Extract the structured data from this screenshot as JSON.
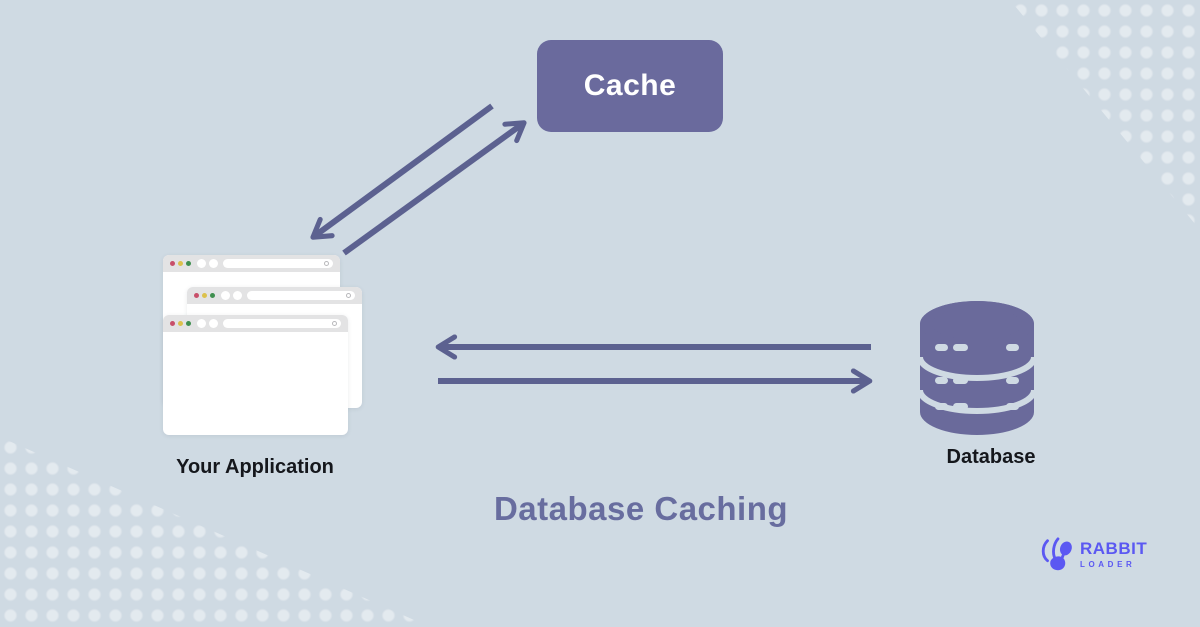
{
  "background": {
    "color": "#cfdae3",
    "pattern": "soft-light-dot-patches-top-right-and-bottom-left"
  },
  "title": {
    "text": "Database Caching",
    "color": "#686d9f"
  },
  "cache_box": {
    "label": "Cache",
    "fill": "#6a6a9d",
    "text_color": "#ffffff"
  },
  "application": {
    "label": "Your Application",
    "representation": "stack-of-3-browser-windows",
    "traffic_light_colors": [
      "#c8506a",
      "#dcc14c",
      "#3f8f4f"
    ],
    "chrome_color": "#e3e3e4"
  },
  "database": {
    "label": "Database",
    "icon": "database-cylinder-icon",
    "color": "#6a6a9b"
  },
  "arrows": {
    "color": "#5c6190",
    "app_to_cache": "diagonal bidirectional pair between application stack and cache box",
    "app_to_database": "horizontal bidirectional pair between application stack and database icon"
  },
  "logo": {
    "brand_top": "RABBIT",
    "brand_bottom": "LOADER",
    "icon": "rabbit-loader-icon",
    "color": "#5b58f2"
  }
}
